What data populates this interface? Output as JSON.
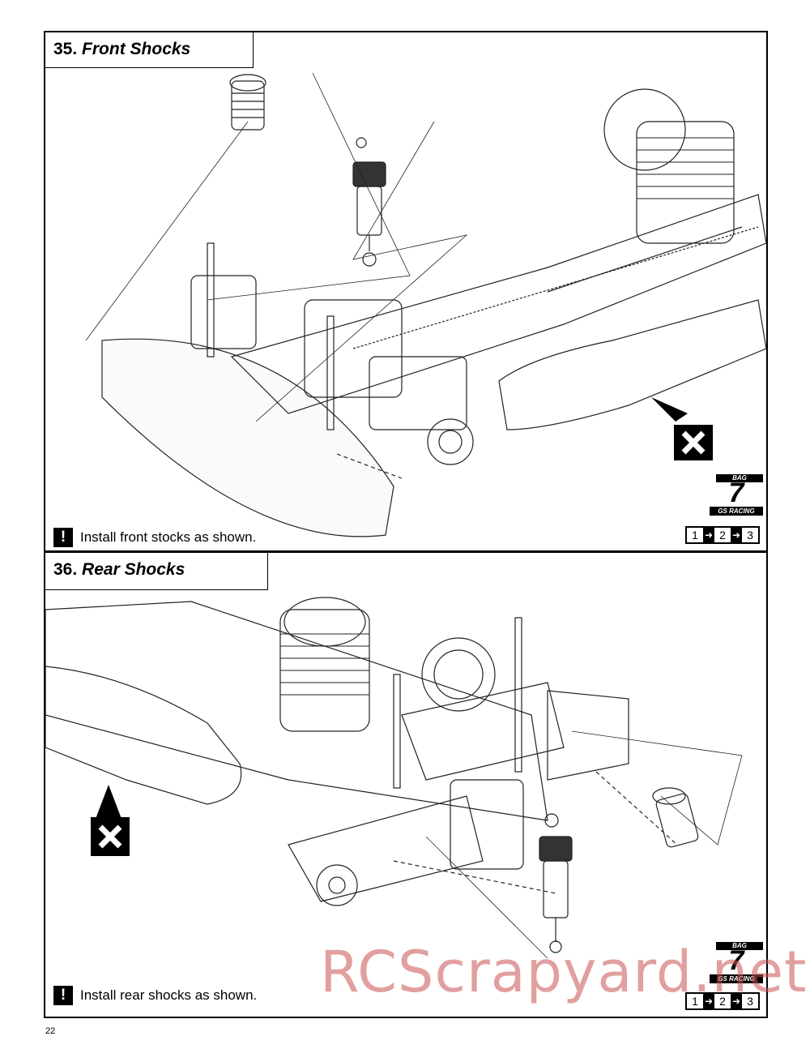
{
  "steps": [
    {
      "number": "35.",
      "title": "Front Shocks",
      "note_icon": "!",
      "note": "Install front stocks as shown.",
      "bag": {
        "label": "BAG",
        "number": "7",
        "brand": "GS RACING"
      },
      "sequence": [
        "1",
        "2",
        "3"
      ]
    },
    {
      "number": "36.",
      "title": "Rear Shocks",
      "note_icon": "!",
      "note": "Install rear shocks as shown.",
      "bag": {
        "label": "BAG",
        "number": "7",
        "brand": "GS RACING"
      },
      "sequence": [
        "1",
        "2",
        "3"
      ]
    }
  ],
  "page_number": "22",
  "watermark": "RCScrapyard.net"
}
